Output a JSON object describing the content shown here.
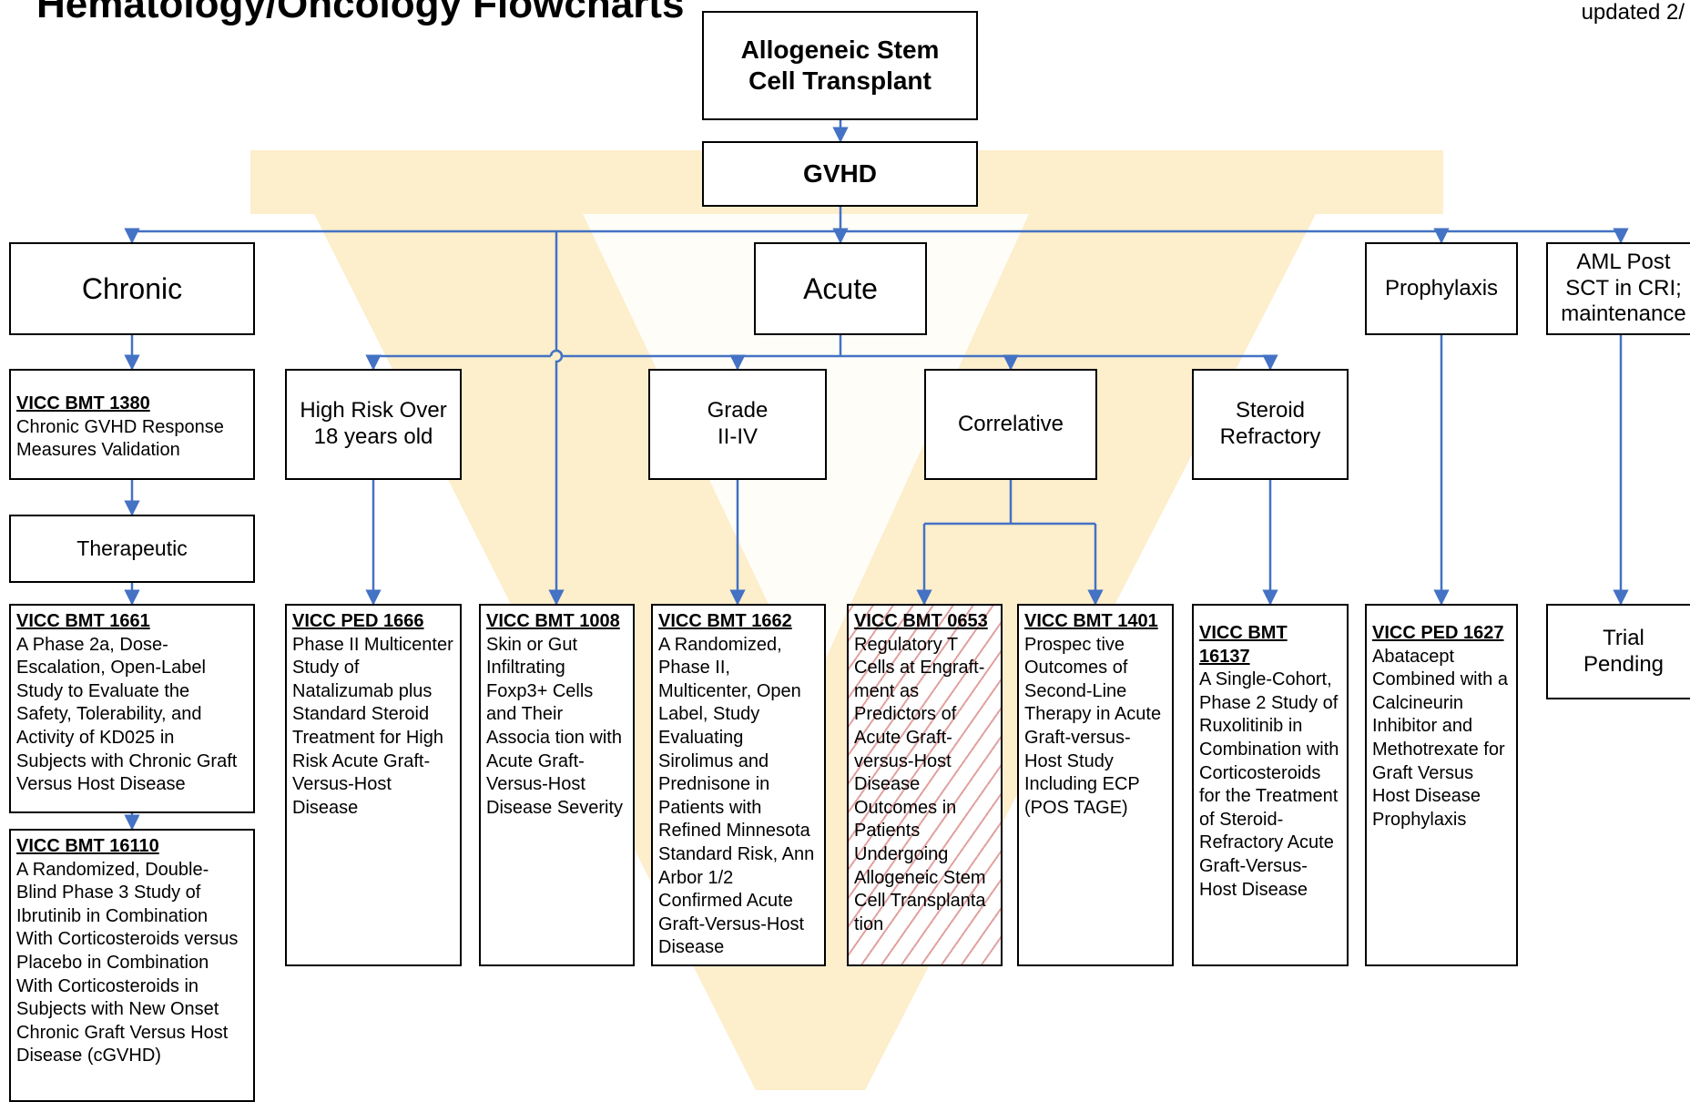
{
  "header": {
    "title": "Hematology/Oncology Flowcharts",
    "right_text": "updated 2/"
  },
  "colors": {
    "connector": "#4472c4",
    "watermark": "#fbe0a3",
    "hatch": "#e2a1a1"
  },
  "nodes": {
    "root": "Allogeneic Stem Cell Transplant",
    "gvhd": "GVHD",
    "chronic": "Chronic",
    "acute": "Acute",
    "prophylaxis": "Prophylaxis",
    "aml": "AML Post SCT in CRI; maintenance",
    "high_risk": "High Risk Over 18 years old",
    "grade": "Grade II-IV",
    "correlative": "Correlative",
    "steroid": "Steroid Refractory",
    "therapeutic": "Therapeutic",
    "trial_pending": "Trial Pending"
  },
  "studies": {
    "bmt1380": {
      "id": "VICC BMT 1380",
      "desc": "Chronic GVHD Response Measures Validation"
    },
    "bmt1661": {
      "id": "VICC BMT 1661",
      "desc": "A Phase 2a, Dose-Escalation, Open-Label Study to Evaluate the Safety, Tolerability, and Activity of KD025 in Subjects with Chronic Graft Versus Host Disease"
    },
    "bmt16110": {
      "id": "VICC BMT 16110",
      "desc": "A Randomized, Double-Blind Phase 3 Study of Ibrutinib in Combination With Corticosteroids versus Placebo in Combination With Corticosteroids in Subjects with New Onset Chronic Graft Versus Host Disease (cGVHD)"
    },
    "ped1666": {
      "id": "VICC PED 1666",
      "desc": "Phase II Multicenter Study of Natalizumab plus Standard Steroid Treatment for High Risk Acute Graft-Versus-Host Disease"
    },
    "bmt1008": {
      "id": "VICC BMT 1008",
      "desc": "Skin or Gut Infiltrating Foxp3+ Cells and Their Associa tion with Acute Graft-Versus-Host Disease Severity"
    },
    "bmt1662": {
      "id": "VICC BMT 1662",
      "desc": "A Randomized, Phase II, Multicenter, Open Label, Study Evaluating Sirolimus and Prednisone in Patients with Refined Minnesota Standard Risk, Ann Arbor 1/2 Confirmed Acute Graft-Versus-Host Disease"
    },
    "bmt0653": {
      "id": "VICC BMT 0653",
      "desc": "Regulatory T Cells at Engraft-ment as Predictors of Acute Graft-versus-Host Disease Outcomes in Patients Undergoing Allogeneic Stem Cell Transplanta tion"
    },
    "bmt1401": {
      "id": "VICC BMT 1401",
      "desc": "Prospec tive Outcomes of Second-Line Therapy in Acute Graft-versus-Host Study Including ECP (POS TAGE)"
    },
    "bmt16137": {
      "id": "VICC BMT 16137",
      "desc": "A Single-Cohort, Phase 2 Study of Ruxolitinib in Combination with Corticosteroids for the Treatment of Steroid-Refractory Acute Graft-Versus-Host Disease"
    },
    "ped1627": {
      "id": "VICC PED 1627",
      "desc": "Abatacept Combined with a Calcineurin Inhibitor and Methotrexate for Graft Versus Host Disease Prophylaxis"
    }
  }
}
